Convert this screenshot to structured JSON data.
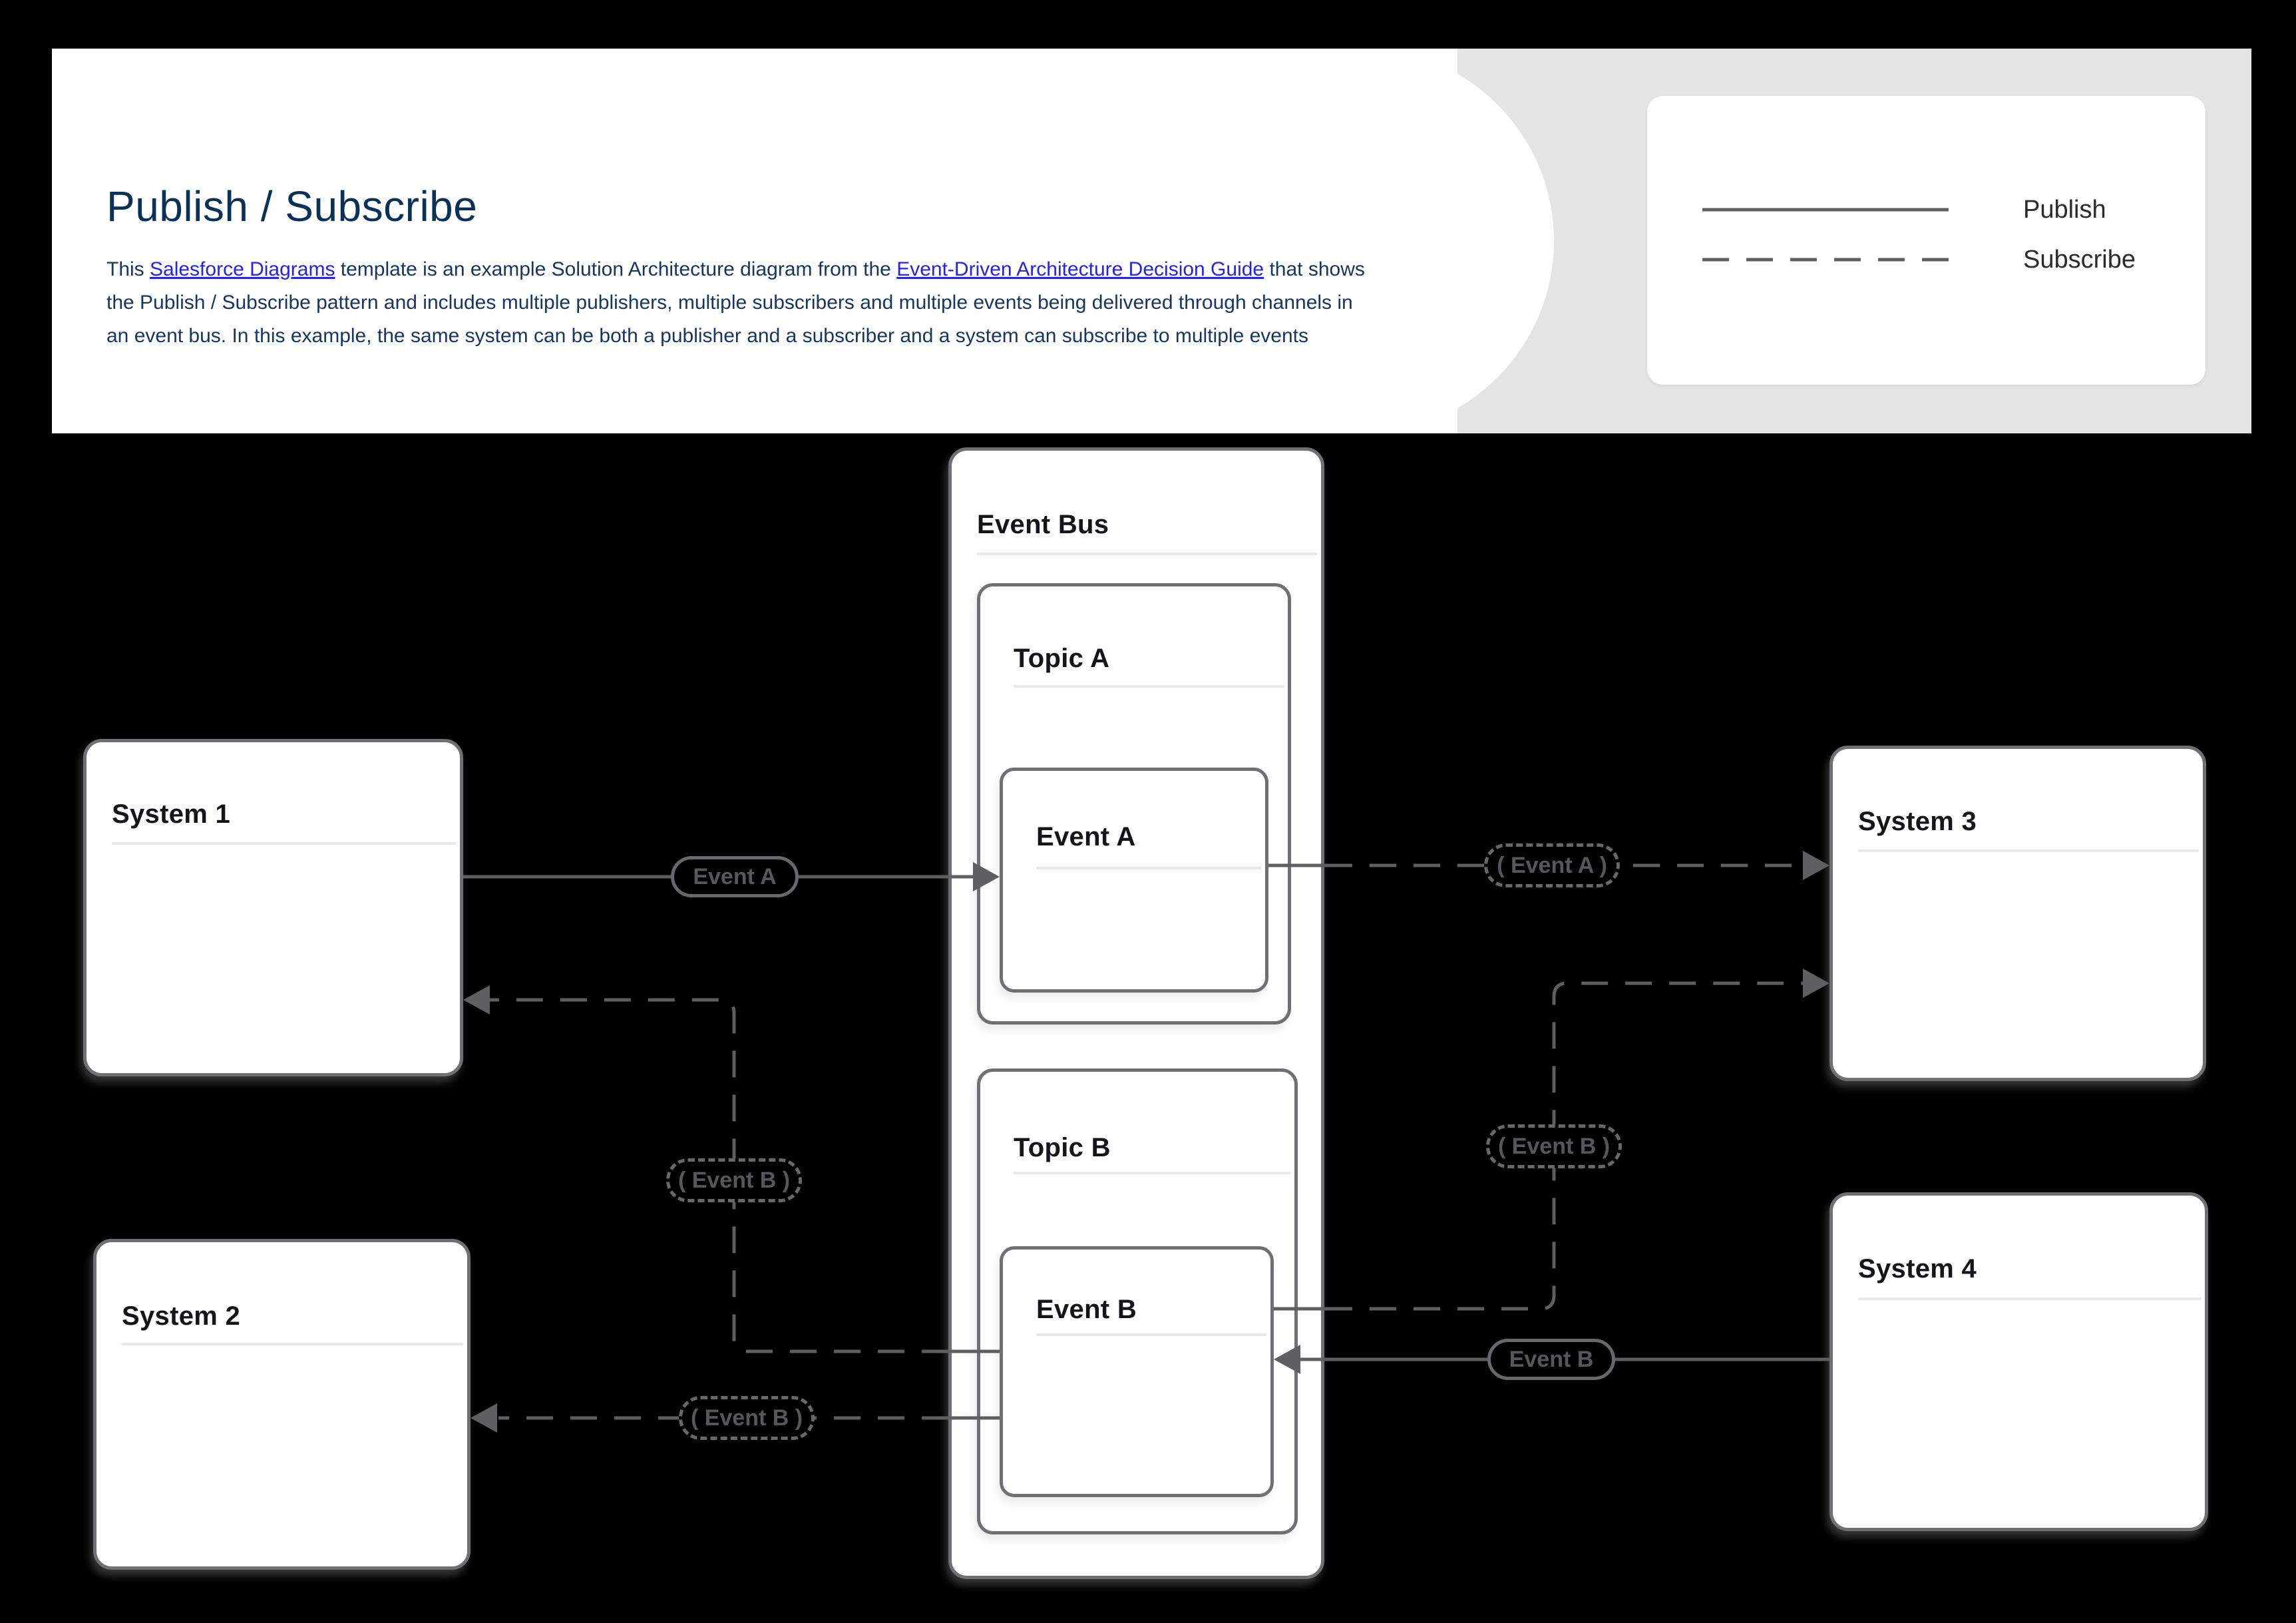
{
  "header": {
    "title": "Publish / Subscribe",
    "description": {
      "s1": "This ",
      "link1": "Salesforce Diagrams",
      "s2": " template is an example Solution Architecture diagram from the ",
      "link2": "Event-Driven Architecture Decision Guide",
      "s3": " that shows the Publish / Subscribe pattern and includes multiple publishers, multiple subscribers and multiple events being delivered through channels in an event bus. In this example, the same system can be both a publisher and a subscriber and a system can subscribe to multiple events"
    }
  },
  "legend": {
    "publish_label": "Publish",
    "subscribe_label": "Subscribe"
  },
  "diagram": {
    "event_bus_label": "Event Bus",
    "topic_a_label": "Topic A",
    "topic_b_label": "Topic B",
    "event_a_label": "Event A",
    "event_b_label": "Event B",
    "system_1_label": "System 1",
    "system_2_label": "System 2",
    "system_3_label": "System 3",
    "system_4_label": "System 4",
    "pills": {
      "publish_event_a": "Event A",
      "publish_event_b": "Event B",
      "subscribe_event_a": "( Event A )",
      "subscribe_event_b_to_system3": "( Event B )",
      "subscribe_event_b_to_system1": "( Event B )",
      "subscribe_event_b_to_system2": "( Event B )"
    }
  },
  "colors": {
    "accent_navy": "#0b3157",
    "link_blue": "#2424e8",
    "line_gray": "#5d5f61",
    "panel_gray": "#e4e4e4",
    "canvas_black": "#000000"
  }
}
